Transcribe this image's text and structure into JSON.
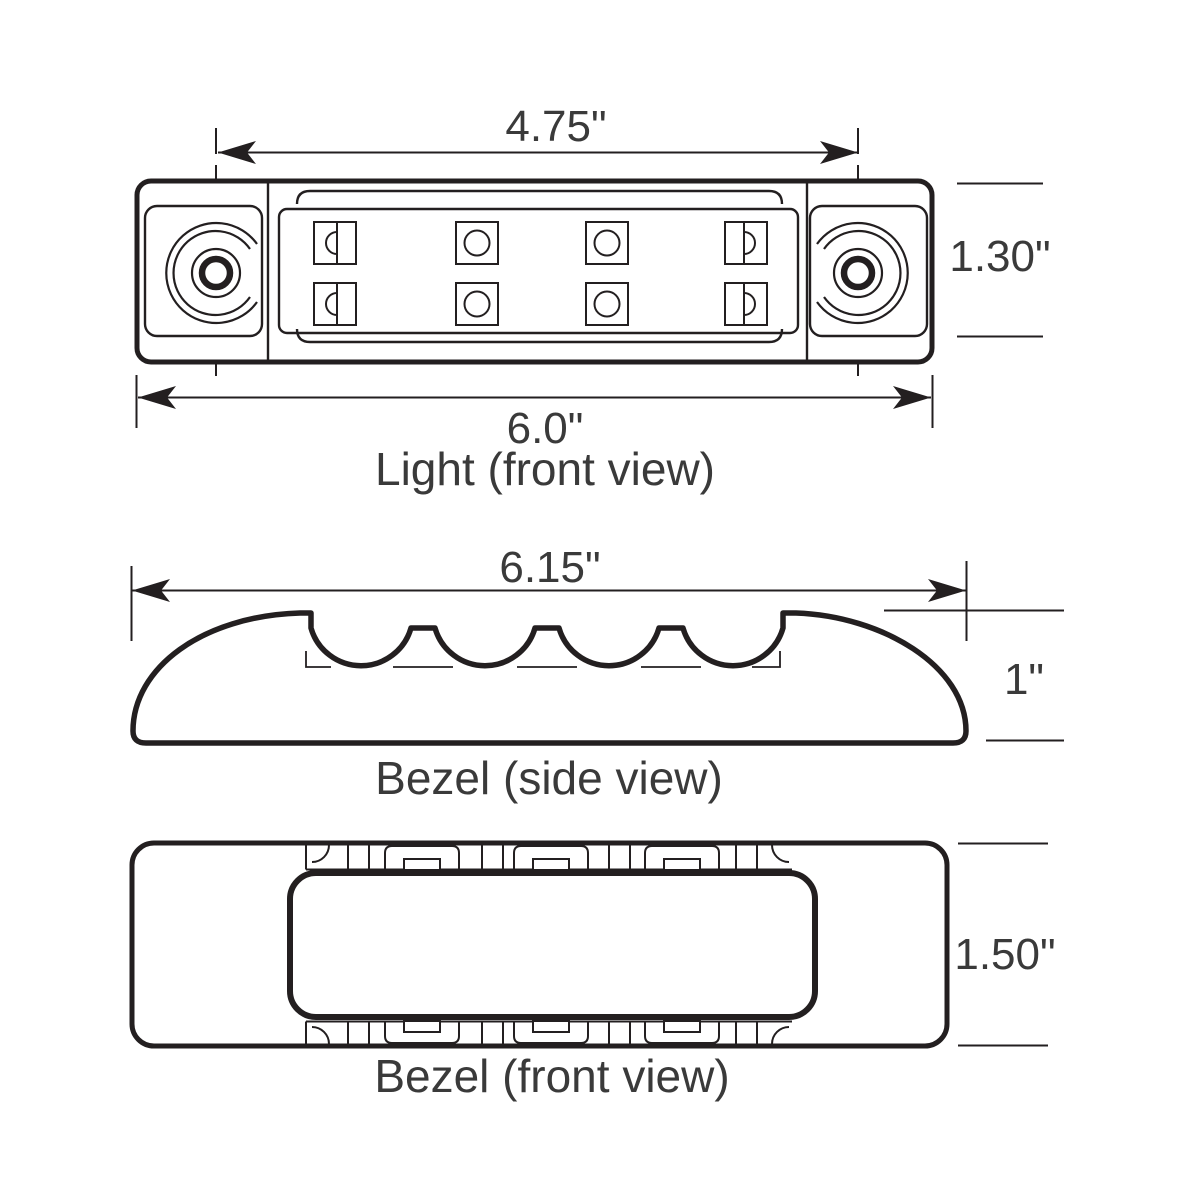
{
  "drawing": {
    "background": "#ffffff",
    "line_color": "#231f20",
    "text_color": "#3a3a3a"
  },
  "light_front": {
    "label": "Light (front view)",
    "dim_screw_spacing": "4.75\"",
    "dim_overall_width": "6.0\"",
    "dim_height": "1.30\"",
    "led_rows": 2,
    "led_columns": 4
  },
  "bezel_side": {
    "label": "Bezel (side view)",
    "dim_overall_width": "6.15\"",
    "dim_height": "1\"",
    "scallop_count": 4
  },
  "bezel_front": {
    "label": "Bezel (front view)",
    "dim_height": "1.50\""
  }
}
